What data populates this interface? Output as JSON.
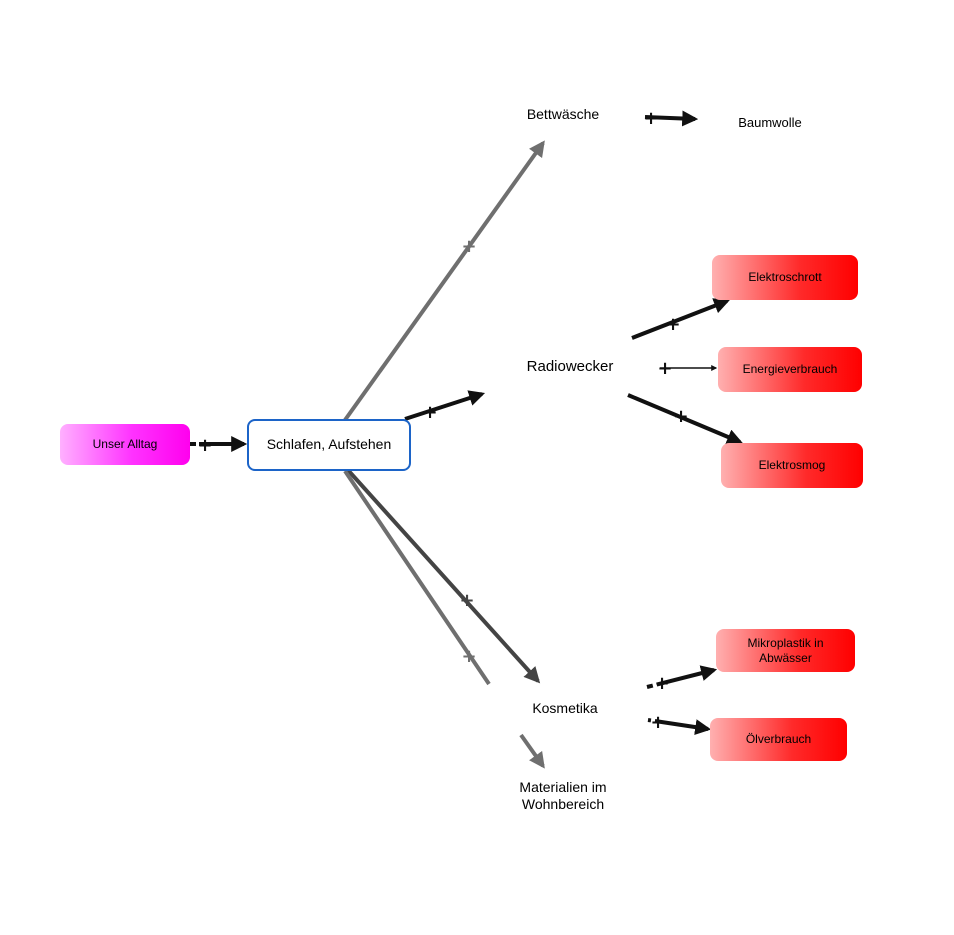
{
  "nodes": {
    "unser_alltag": "Unser Alltag",
    "schlafen": "Schlafen, Aufstehen",
    "bettwaesche": "Bettwäsche",
    "baumwolle": "Baumwolle",
    "radiowecker": "Radiowecker",
    "elektroschrott": "Elektroschrott",
    "energieverbrauch": "Energieverbrauch",
    "elektrosmog": "Elektrosmog",
    "kosmetika": "Kosmetika",
    "mikroplastik": "Mikroplastik in Abwässer",
    "oelverbrauch": "Ölverbrauch",
    "materialien": "Materialien im Wohnbereich"
  },
  "link_label": "+",
  "colors": {
    "selected_border": "#1c64c8",
    "red_node": "#ff0000",
    "magenta_node": "#ff00ee",
    "arrow_dark": "#111111",
    "arrow_gray": "#6f6f6f"
  }
}
